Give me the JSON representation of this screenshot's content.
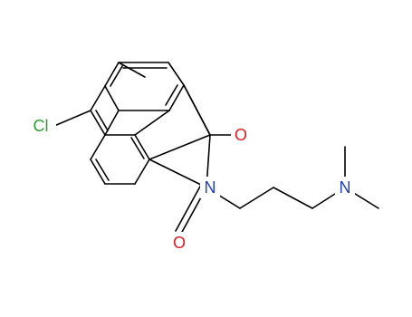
{
  "molecule": {
    "atoms": {
      "cl": {
        "symbol": "Cl",
        "color": "#2ca02c"
      },
      "o_top": {
        "symbol": "O",
        "color": "#e31a1c"
      },
      "o_bottom": {
        "symbol": "O",
        "color": "#e31a1c"
      },
      "n_imide": {
        "symbol": "N",
        "color": "#1f3fbf"
      },
      "n_amine": {
        "symbol": "N",
        "color": "#1f3fbf"
      }
    }
  }
}
